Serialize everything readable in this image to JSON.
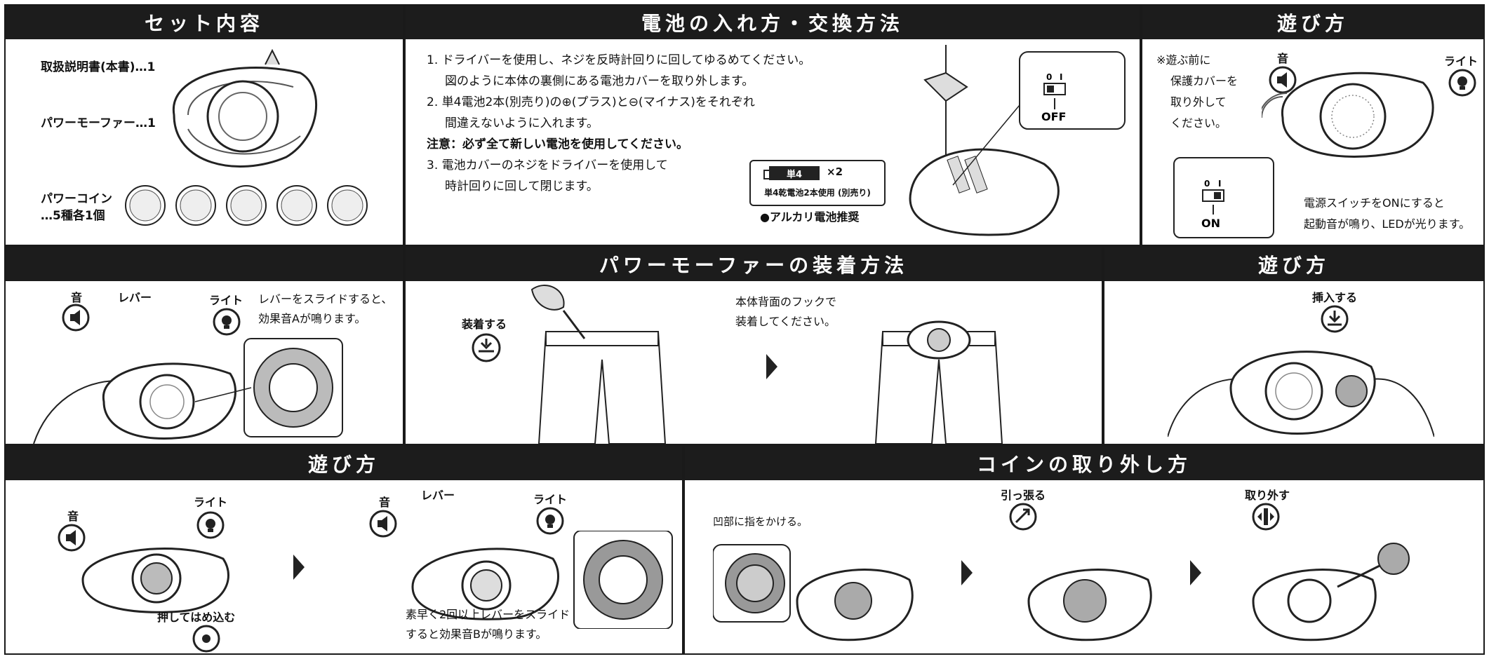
{
  "panels": {
    "set": {
      "title": "セット内容",
      "items": [
        "取扱説明書(本書)…1",
        "パワーモーファー…1",
        "パワーコイン",
        "…5種各1個"
      ]
    },
    "battery": {
      "title": "電池の入れ方・交換方法",
      "steps": [
        "1. ドライバーを使用し、ネジを反時計回りに回してゆるめてください。",
        "図のように本体の裏側にある電池カバーを取り外します。",
        "2. 単4電池2本(別売り)の⊕(プラス)と⊖(マイナス)をそれぞれ",
        "間違えないように入れます。",
        "注意：必ず全て新しい電池を使用してください。",
        "3. 電池カバーのネジをドライバーを使用して",
        "時計回りに回して閉じます。"
      ],
      "battery_type": "単4",
      "battery_count": "×2",
      "battery_note": "単4乾電池2本使用 (別売り)",
      "alkaline": "●アルカリ電池推奨",
      "switch_0": "0",
      "switch_1": "I",
      "switch_label": "OFF"
    },
    "play1": {
      "title": "遊び方",
      "note": [
        "※遊ぶ前に",
        "保護カバーを",
        "取り外して",
        "ください。"
      ],
      "sound": "音",
      "light": "ライト",
      "switch_0": "0",
      "switch_1": "I",
      "switch_label": "ON",
      "desc": [
        "電源スイッチをONにすると",
        "起動音が鳴り、LEDが光ります。"
      ]
    },
    "play2": {
      "sound": "音",
      "lever": "レバー",
      "light": "ライト",
      "desc": [
        "レバーをスライドすると、",
        "効果音Aが鳴ります。"
      ]
    },
    "wear": {
      "title": "パワーモーファーの装着方法",
      "attach": "装着する",
      "desc": [
        "本体背面のフックで",
        "装着してください。"
      ]
    },
    "play3": {
      "title": "遊び方",
      "insert": "挿入する"
    },
    "play4": {
      "title": "遊び方",
      "sound": "音",
      "light": "ライト",
      "press": "押してはめ込む",
      "sound2": "音",
      "lever2": "レバー",
      "light2": "ライト",
      "desc": [
        "素早く2回以上レバーをスライド",
        "すると効果音Bが鳴ります。"
      ]
    },
    "remove": {
      "title": "コインの取り外し方",
      "step1": "凹部に指をかける。",
      "step2": "引っ張る",
      "step3": "取り外す"
    }
  }
}
